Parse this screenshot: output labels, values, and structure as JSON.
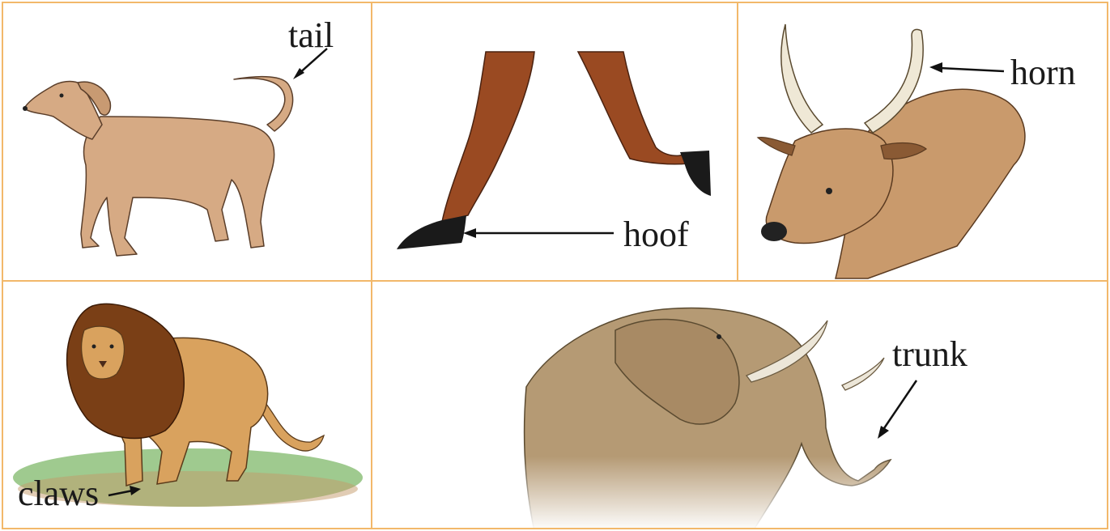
{
  "labels": {
    "tail": "tail",
    "hoof": "hoof",
    "horn": "horn",
    "claws": "claws",
    "trunk": "trunk"
  },
  "colors": {
    "border": "#f2b86a",
    "dog": "#d6aa84",
    "horse_leg": "#9a4a22",
    "hoof": "#1a1a1a",
    "bull": "#c99a6c",
    "horn": "#efe8d6",
    "lion_body": "#d9a25e",
    "lion_mane": "#7a3f16",
    "grass": "#7fb86a",
    "elephant": "#b59a74"
  }
}
